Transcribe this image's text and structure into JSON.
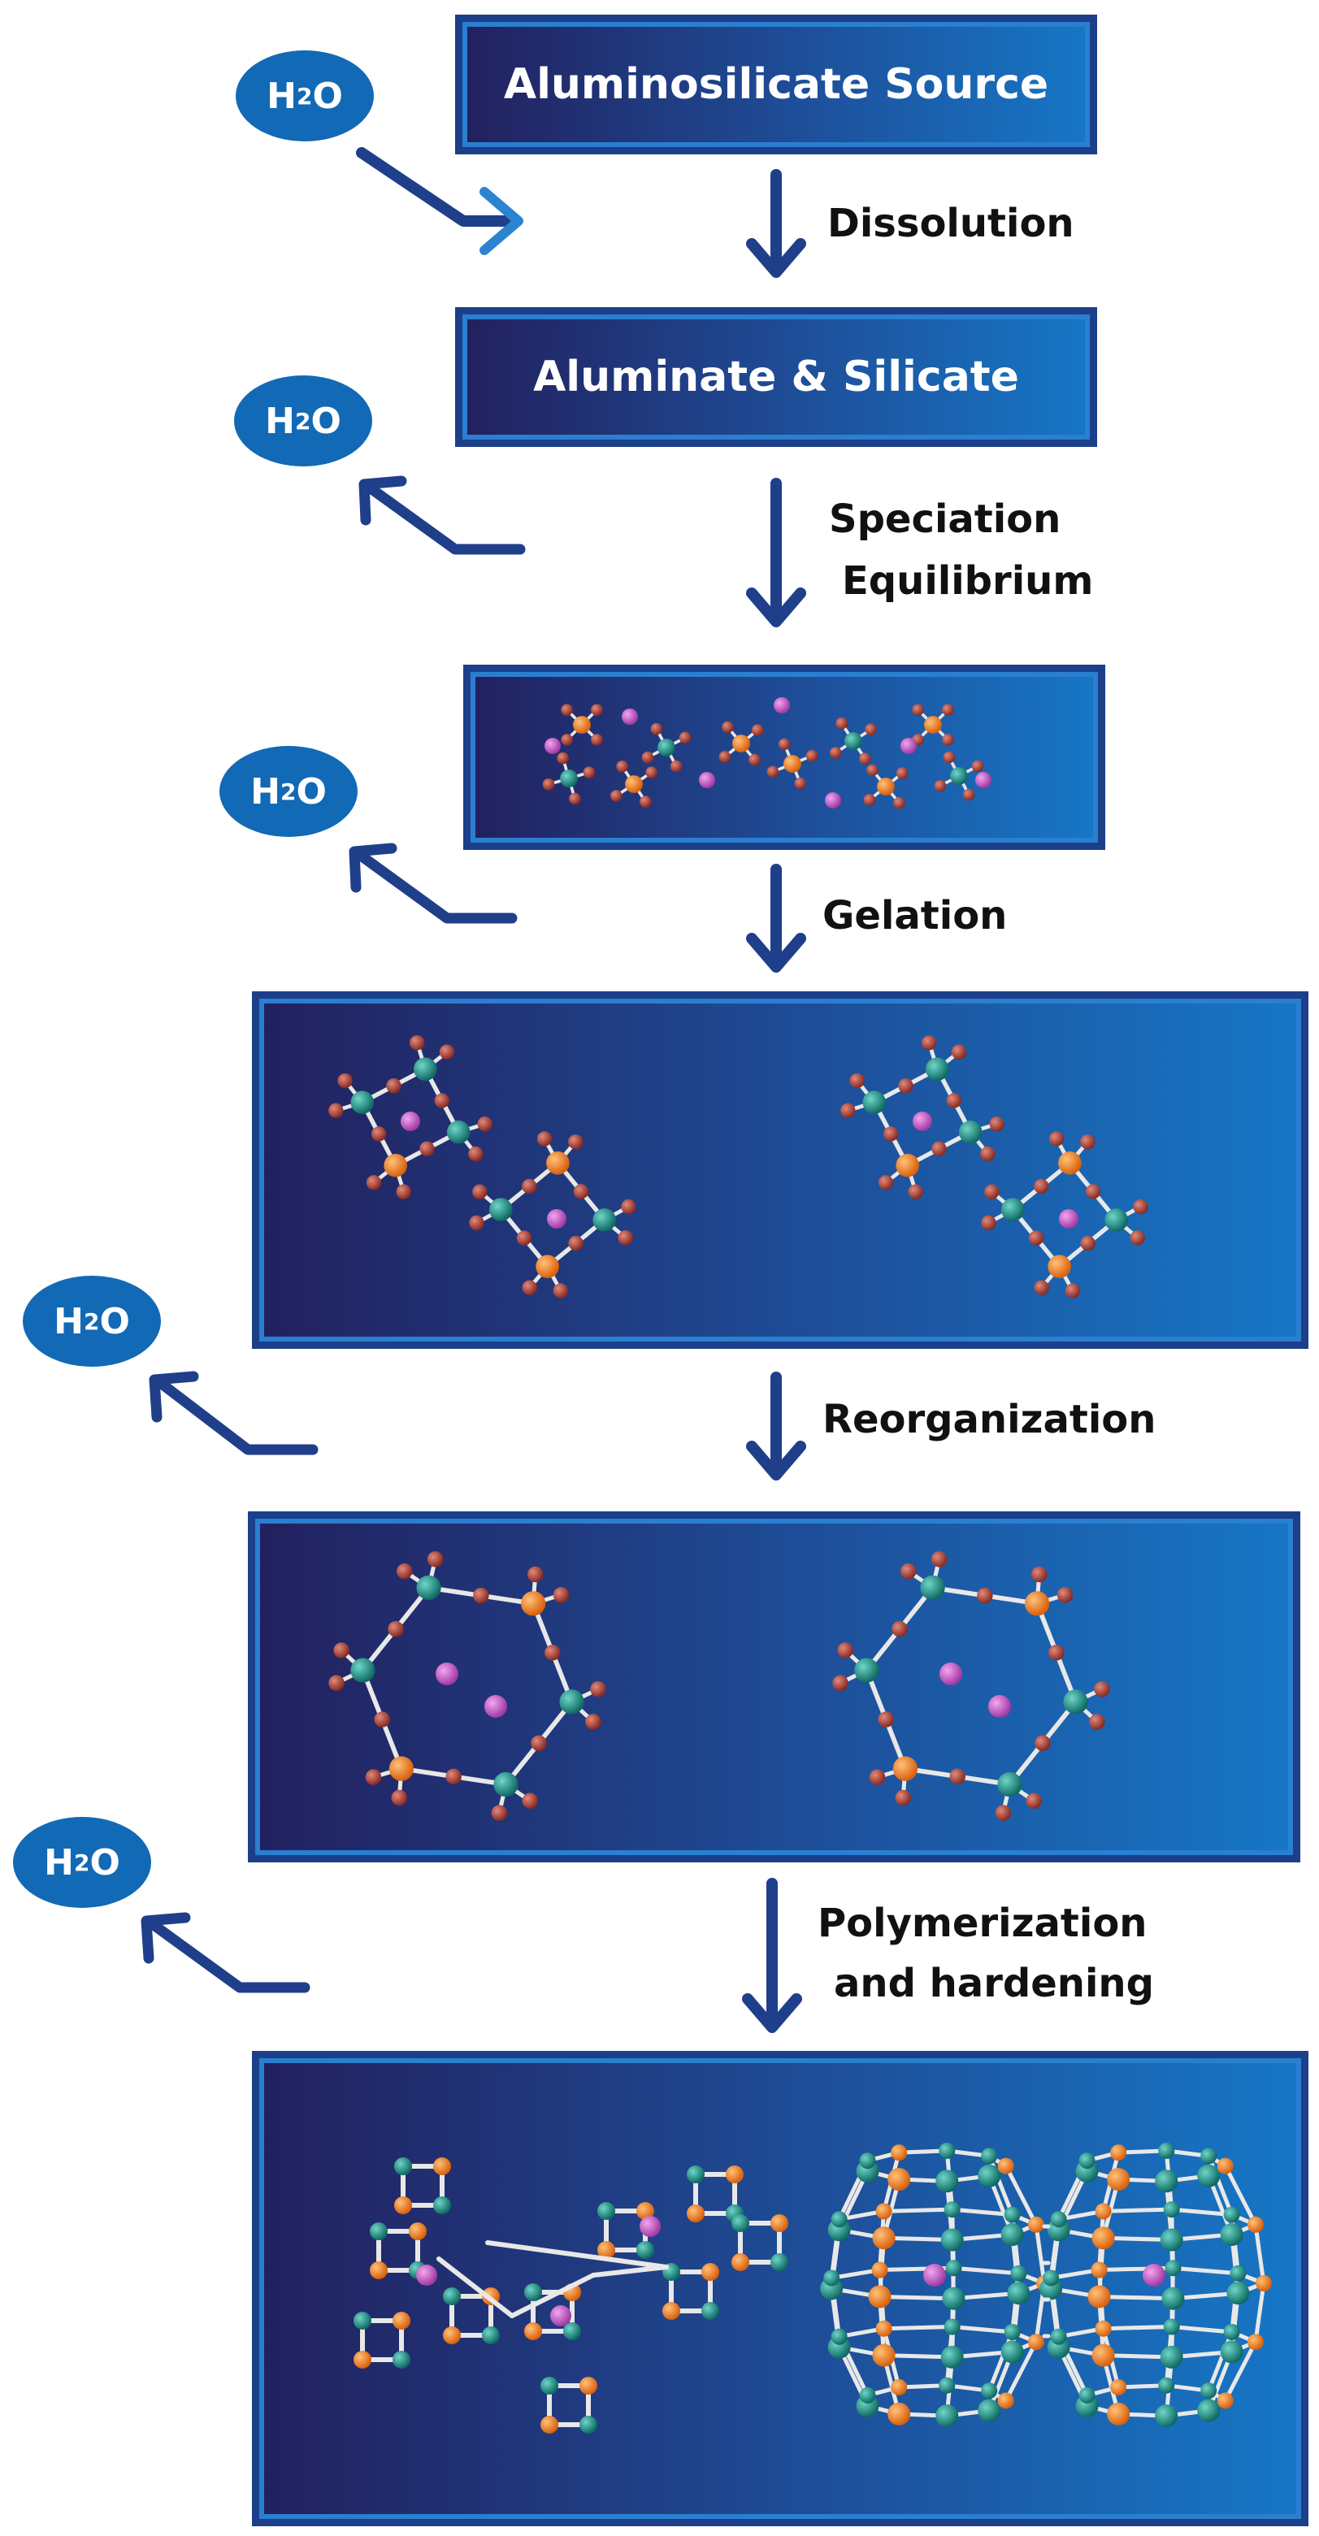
{
  "water": {
    "symbol": "H",
    "subscript": "2",
    "tail": "O"
  },
  "boxes": {
    "source": "Aluminosilicate Source",
    "monomers": "Aluminate & Silicate"
  },
  "steps": {
    "dissolution": "Dissolution",
    "speciation_1": "Speciation",
    "speciation_2": "Equilibrium",
    "gelation": "Gelation",
    "reorganization": "Reorganization",
    "polymerization_1": "Polymerization",
    "polymerization_2": "and hardening"
  },
  "colors": {
    "box_dark": "#22205e",
    "box_light": "#1677c6",
    "box_border": "#1c3f8a",
    "water_bubble": "#1269b5",
    "arrow": "#1f3f8a",
    "silicon_atom": "#1a8c82",
    "aluminum_atom": "#f07a1a",
    "oxygen_atom": "#b4473a",
    "cation": "#c04bc0",
    "bond": "#e8e8e8"
  },
  "icons": [
    "water-bubble",
    "down-arrow-icon",
    "water-in-arrow-icon",
    "water-out-arrow-icon"
  ]
}
